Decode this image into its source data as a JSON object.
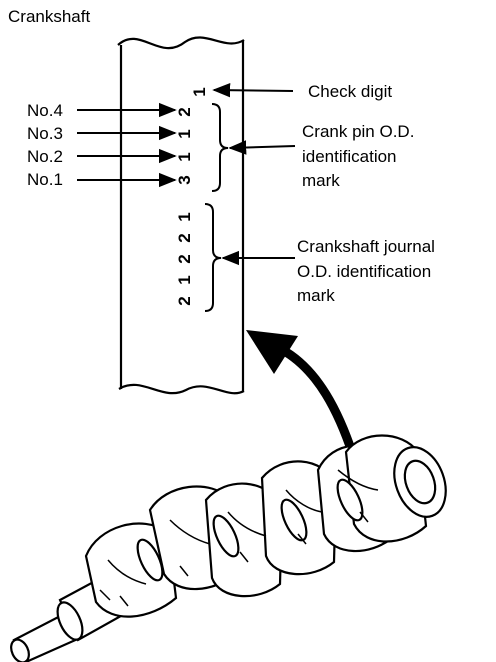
{
  "title": "Crankshaft",
  "labels": {
    "check_digit": "Check digit",
    "crank_pin": [
      "Crank pin O.D.",
      "identification",
      "mark"
    ],
    "journal": [
      "Crankshaft journal",
      "O.D. identification",
      "mark"
    ]
  },
  "pin_callouts": [
    "No.4",
    "No.3",
    "No.2",
    "No.1"
  ],
  "marks": {
    "check_digit": "1",
    "crank_pin": [
      "2",
      "1",
      "1",
      "3"
    ],
    "journal": [
      "1",
      "2",
      "2",
      "1",
      "2"
    ]
  },
  "colors": {
    "ink": "#000000",
    "paper": "#ffffff"
  }
}
